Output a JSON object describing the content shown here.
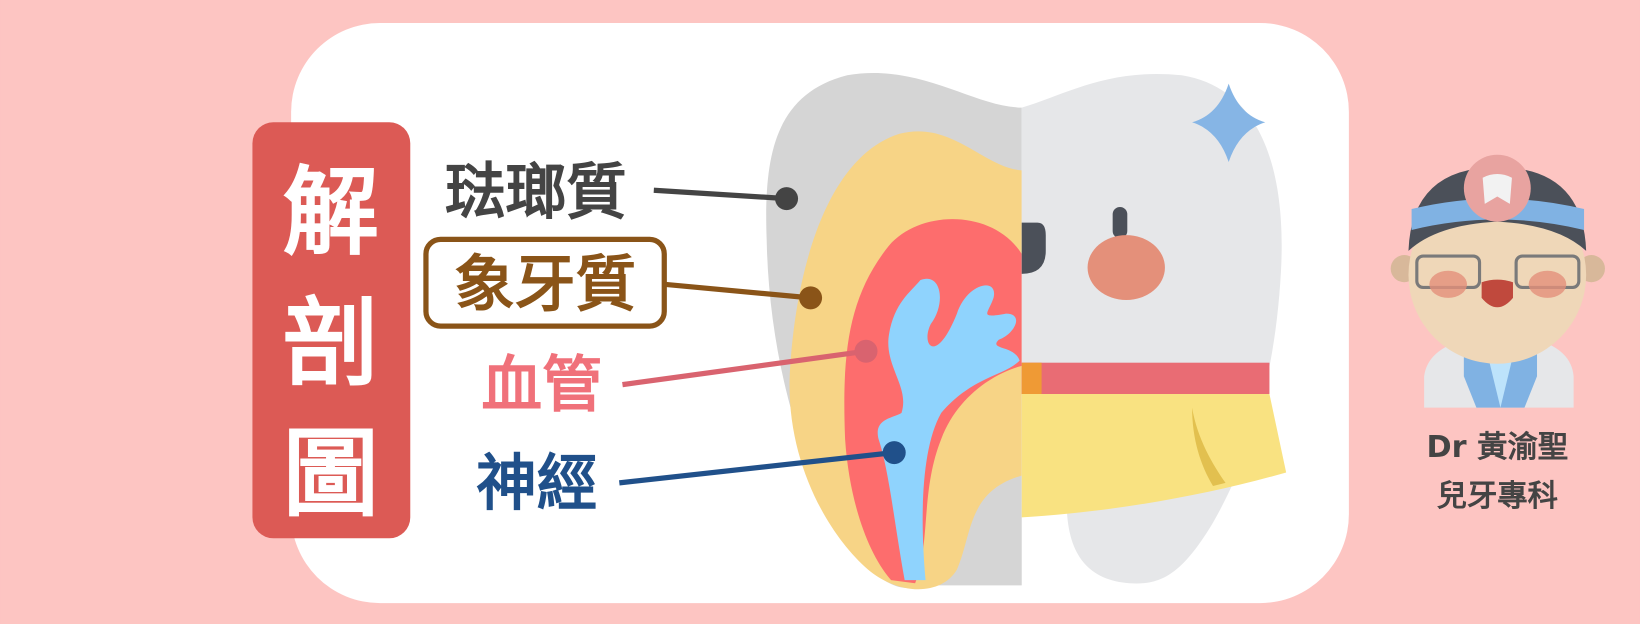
{
  "title": {
    "chars": [
      "解",
      "剖",
      "圖"
    ]
  },
  "labels": {
    "enamel": "琺瑯質",
    "dentin": "象牙質",
    "blood_vessel": "血管",
    "nerve": "神經"
  },
  "doctor": {
    "name": "Dr 黃渝聖",
    "specialty": "兒牙專科"
  },
  "colors": {
    "background": "#fdc5c2",
    "title_box": "#dc5a55",
    "enamel": "#444444",
    "dentin": "#8a5418",
    "blood_vessel": "#f0717a",
    "nerve": "#20508a"
  }
}
